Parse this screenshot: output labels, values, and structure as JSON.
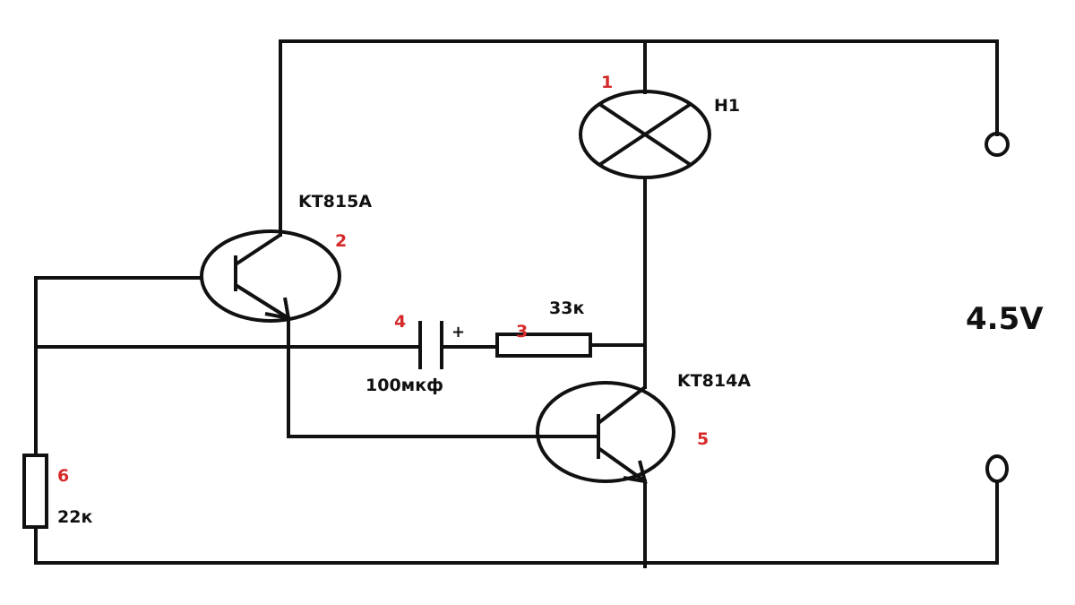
{
  "diagram": {
    "lamp_label": "H1",
    "transistor_top_label": "KT815A",
    "transistor_bottom_label": "KT814A",
    "resistor_33k_label": "33к",
    "resistor_22k_label": "22к",
    "capacitor_label": "100мкф",
    "capacitor_polarity": "+",
    "voltage_label": "4.5V",
    "numbers": {
      "n1": "1",
      "n2": "2",
      "n3": "3",
      "n4": "4",
      "n5": "5",
      "n6": "6"
    }
  },
  "colors": {
    "line": "#111111",
    "number": "#d62a2a",
    "background": "#ffffff"
  }
}
